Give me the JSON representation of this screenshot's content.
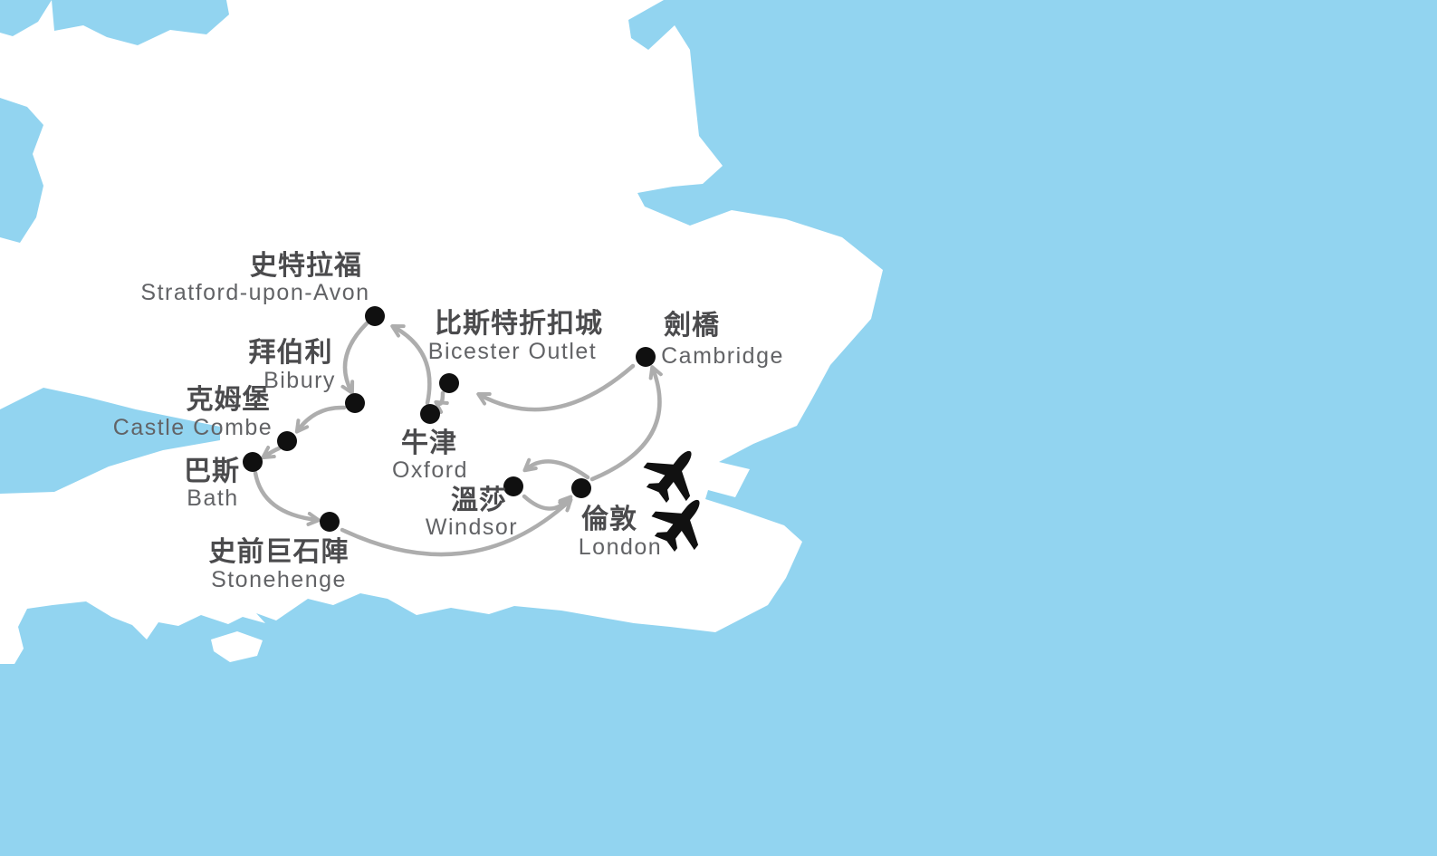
{
  "map": {
    "description": "England tour route map",
    "colors": {
      "sea": "#92d4f0",
      "land": "#ffffff",
      "route_arrow": "#adadad",
      "city_dot": "#101010",
      "label_chinese": "#4b4b4d",
      "label_english": "#626366",
      "plane": "#111111"
    },
    "cities": [
      {
        "id": "stratford-upon-avon",
        "name_zh": "史特拉福",
        "name_en": "Stratford-upon-Avon"
      },
      {
        "id": "bibury",
        "name_zh": "拜伯利",
        "name_en": "Bibury"
      },
      {
        "id": "castle-combe",
        "name_zh": "克姆堡",
        "name_en": "Castle Combe"
      },
      {
        "id": "bath",
        "name_zh": "巴斯",
        "name_en": "Bath"
      },
      {
        "id": "stonehenge",
        "name_zh": "史前巨石陣",
        "name_en": "Stonehenge"
      },
      {
        "id": "oxford",
        "name_zh": "牛津",
        "name_en": "Oxford"
      },
      {
        "id": "bicester-outlet",
        "name_zh": "比斯特折扣城",
        "name_en": "Bicester Outlet"
      },
      {
        "id": "cambridge",
        "name_zh": "劍橋",
        "name_en": "Cambridge"
      },
      {
        "id": "windsor",
        "name_zh": "溫莎",
        "name_en": "Windsor"
      },
      {
        "id": "london",
        "name_zh": "倫敦",
        "name_en": "London"
      }
    ],
    "route_legs": [
      {
        "from": "london",
        "to": "cambridge"
      },
      {
        "from": "cambridge",
        "to": "bicester-outlet"
      },
      {
        "from": "bicester-outlet",
        "to": "oxford"
      },
      {
        "from": "oxford",
        "to": "stratford-upon-avon"
      },
      {
        "from": "stratford-upon-avon",
        "to": "bibury"
      },
      {
        "from": "bibury",
        "to": "castle-combe"
      },
      {
        "from": "castle-combe",
        "to": "bath"
      },
      {
        "from": "bath",
        "to": "stonehenge"
      },
      {
        "from": "stonehenge",
        "to": "london"
      },
      {
        "from": "london",
        "to": "windsor"
      },
      {
        "from": "windsor",
        "to": "london"
      }
    ],
    "transport_icons": [
      {
        "name": "airplane-icon"
      },
      {
        "name": "airplane-icon"
      }
    ]
  }
}
